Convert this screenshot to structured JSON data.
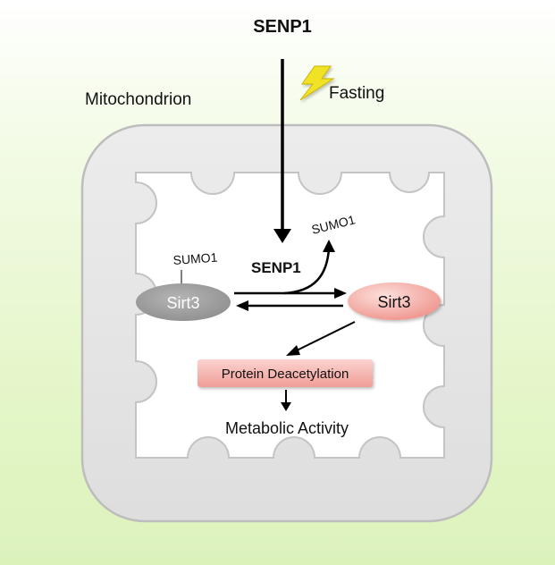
{
  "top_label": "SENP1",
  "fasting_label": "Fasting",
  "compartment_label": "Mitochondrion",
  "sumo1_released_label": "SUMO1",
  "sumo1_attached_label": "SUMO1",
  "inner_senp1_label": "SENP1",
  "sirt3_sumoylated_label": "Sirt3",
  "sirt3_active_label": "Sirt3",
  "protein_deacetylation_label": "Protein Deacetylation",
  "metabolic_activity_label": "Metabolic Activity",
  "colors": {
    "background_top": "#ffffff",
    "background_bottom": "#dcf2bb",
    "mitochondrion_fill": "#e6e6e6",
    "mitochondrion_stroke": "#bdbdbd",
    "sirt3_sumoylated": "#9e9e9e",
    "sirt3_active": "#f4a7a2",
    "deacetylation_box": "#f6b5b1",
    "lightning": "#f2e227"
  },
  "icons": {
    "fasting": "lightning-bolt-icon"
  }
}
